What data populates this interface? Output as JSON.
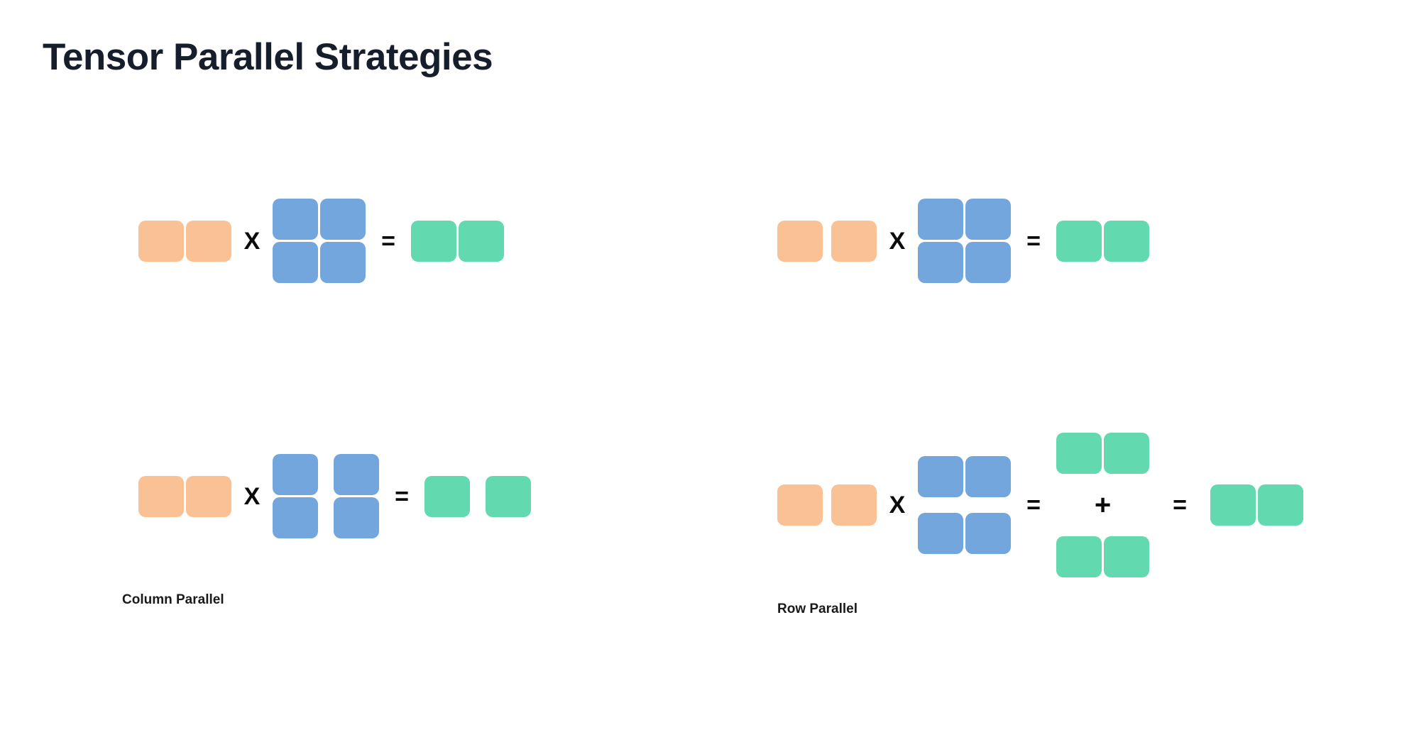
{
  "page": {
    "title": "Tensor Parallel Strategies",
    "background_color": "#ffffff",
    "title_color": "#161e2b"
  },
  "palette": {
    "input_orange": "#f9c194",
    "weight_blue": "#72a6dc",
    "output_green": "#62d9af",
    "operator_black": "#0b0b0b"
  },
  "operators": {
    "multiply": "X",
    "equals": "=",
    "plus": "+"
  },
  "diagrams": [
    {
      "id": "column-parallel-top",
      "caption": null,
      "description": "Unsharded matmul: input row times full 2x2 weight equals full output row",
      "input": {
        "color_role": "input_orange",
        "rows": 1,
        "cols": 2,
        "split": "none"
      },
      "weight": {
        "color_role": "weight_blue",
        "rows": 2,
        "cols": 2,
        "split": "none"
      },
      "output": {
        "color_role": "output_green",
        "rows": 1,
        "cols": 2,
        "split": "none"
      }
    },
    {
      "id": "column-parallel-bottom",
      "caption": "Column Parallel",
      "description": "Weight sharded along columns; output sharded along columns",
      "input": {
        "color_role": "input_orange",
        "rows": 1,
        "cols": 2,
        "split": "none"
      },
      "weight": {
        "color_role": "weight_blue",
        "rows": 2,
        "cols": 2,
        "split": "columns"
      },
      "output": {
        "color_role": "output_green",
        "rows": 1,
        "cols": 2,
        "split": "columns"
      }
    },
    {
      "id": "row-parallel-top",
      "caption": null,
      "description": "Unsharded matmul: input row times full 2x2 weight equals full output row",
      "input": {
        "color_role": "input_orange",
        "rows": 1,
        "cols": 2,
        "split": "columns"
      },
      "weight": {
        "color_role": "weight_blue",
        "rows": 2,
        "cols": 2,
        "split": "none"
      },
      "output": {
        "color_role": "output_green",
        "rows": 1,
        "cols": 2,
        "split": "none"
      }
    },
    {
      "id": "row-parallel-bottom",
      "caption": "Row Parallel",
      "description": "Weight sharded along rows; two partial outputs summed into final output",
      "input": {
        "color_role": "input_orange",
        "rows": 1,
        "cols": 2,
        "split": "columns"
      },
      "weight": {
        "color_role": "weight_blue",
        "rows": 2,
        "cols": 2,
        "split": "rows"
      },
      "partial_outputs": [
        {
          "color_role": "output_green",
          "rows": 1,
          "cols": 2
        },
        {
          "color_role": "output_green",
          "rows": 1,
          "cols": 2
        }
      ],
      "output": {
        "color_role": "output_green",
        "rows": 1,
        "cols": 2,
        "split": "none"
      }
    }
  ],
  "captions": {
    "column_parallel": "Column Parallel",
    "row_parallel": "Row Parallel"
  }
}
